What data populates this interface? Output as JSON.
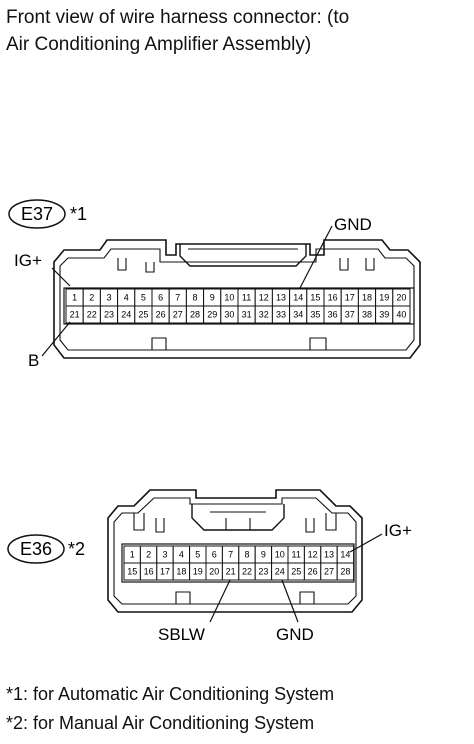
{
  "title": {
    "line1": "Front view of wire harness connector: (to",
    "line2": "Air Conditioning Amplifier Assembly)"
  },
  "connector_e37": {
    "code": "E37",
    "note_ref": "*1",
    "labels": {
      "ig": "IG+",
      "gnd": "GND",
      "b": "B"
    },
    "row1": [
      "1",
      "2",
      "3",
      "4",
      "5",
      "6",
      "7",
      "8",
      "9",
      "10",
      "11",
      "12",
      "13",
      "14",
      "15",
      "16",
      "17",
      "18",
      "19",
      "20"
    ],
    "row2": [
      "21",
      "22",
      "23",
      "24",
      "25",
      "26",
      "27",
      "28",
      "29",
      "30",
      "31",
      "32",
      "33",
      "34",
      "35",
      "36",
      "37",
      "38",
      "39",
      "40"
    ]
  },
  "connector_e36": {
    "code": "E36",
    "note_ref": "*2",
    "labels": {
      "ig": "IG+",
      "sblw": "SBLW",
      "gnd": "GND"
    },
    "row1": [
      "1",
      "2",
      "3",
      "4",
      "5",
      "6",
      "7",
      "8",
      "9",
      "10",
      "11",
      "12",
      "13",
      "14"
    ],
    "row2": [
      "15",
      "16",
      "17",
      "18",
      "19",
      "20",
      "21",
      "22",
      "23",
      "24",
      "25",
      "26",
      "27",
      "28"
    ]
  },
  "footnotes": {
    "note1": "*1: for Automatic Air Conditioning System",
    "note2": "*2: for Manual Air Conditioning System"
  }
}
